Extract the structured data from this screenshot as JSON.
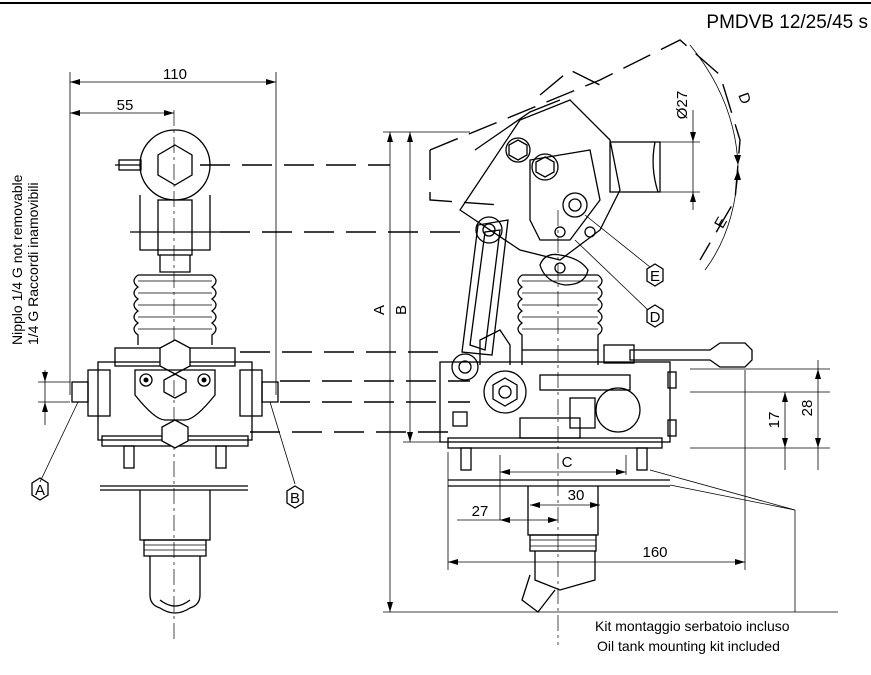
{
  "title": "PMDVB 12/25/45 s",
  "dimensions": {
    "width_110": "110",
    "width_55": "55",
    "height_A": "A",
    "height_B": "B",
    "c": "C",
    "d": "D",
    "e": "E",
    "dia_27": "Ø27",
    "h_17": "17",
    "h_28": "28",
    "w_30": "30",
    "w_27": "27",
    "w_160": "160"
  },
  "ports": {
    "a": "A",
    "b": "B",
    "d": "D",
    "e": "E"
  },
  "notes": {
    "nipple_en": "Nipplo 1/4 G not removable",
    "nipple_it": "1/4 G Raccordi inamovibili",
    "kit_it": "Kit montaggio serbatoio incluso",
    "kit_en": "Oil tank mounting kit included"
  }
}
